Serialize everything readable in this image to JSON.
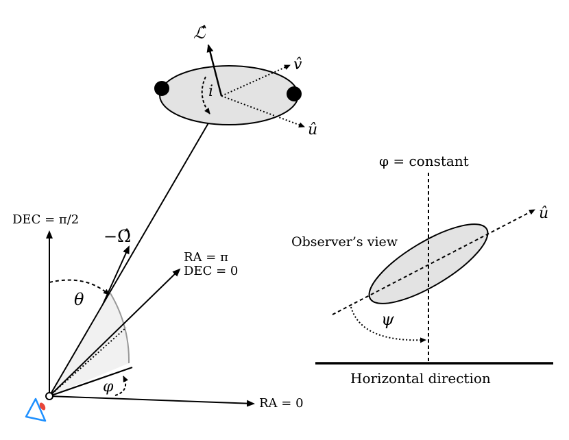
{
  "binary": {
    "L_hat": "ℒ̂",
    "v_hat": "v̂",
    "u_hat": "û",
    "inclination": "i"
  },
  "source_frame": {
    "minus_omega": "−Ω̂",
    "dec_axis": "DEC = π/2",
    "ra_pi": "RA = π",
    "dec_zero": "DEC = 0",
    "ra_zero": "RA = 0",
    "theta": "θ",
    "phi": "φ"
  },
  "observer_view": {
    "phi_constant": "φ = constant",
    "u_hat": "û",
    "title": "Observer’s view",
    "psi": "ψ",
    "horizontal": "Horizontal direction"
  },
  "colors": {
    "ellipse_fill": "#e3e3e3",
    "cone_fill": "#f1f1f1",
    "cone_edge": "#999999",
    "eye_outline": "#1e90ff",
    "eye_pupil": "#e8463a"
  }
}
